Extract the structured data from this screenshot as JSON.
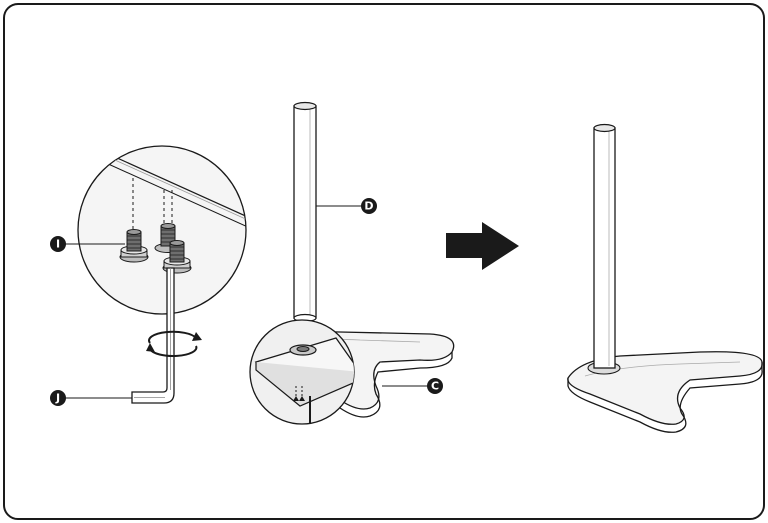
{
  "labels": {
    "I": "I",
    "J": "J",
    "D": "D",
    "C": "C"
  },
  "icons": {
    "arrow": "right-arrow-icon",
    "rotate": "rotate-arrows-icon"
  },
  "colors": {
    "line": "#1a1a1a",
    "fill_light": "#f4f4f4",
    "fill_mid": "#dcdcdc",
    "fill_dark": "#7a7a7a",
    "label_bg": "#1a1a1a"
  }
}
